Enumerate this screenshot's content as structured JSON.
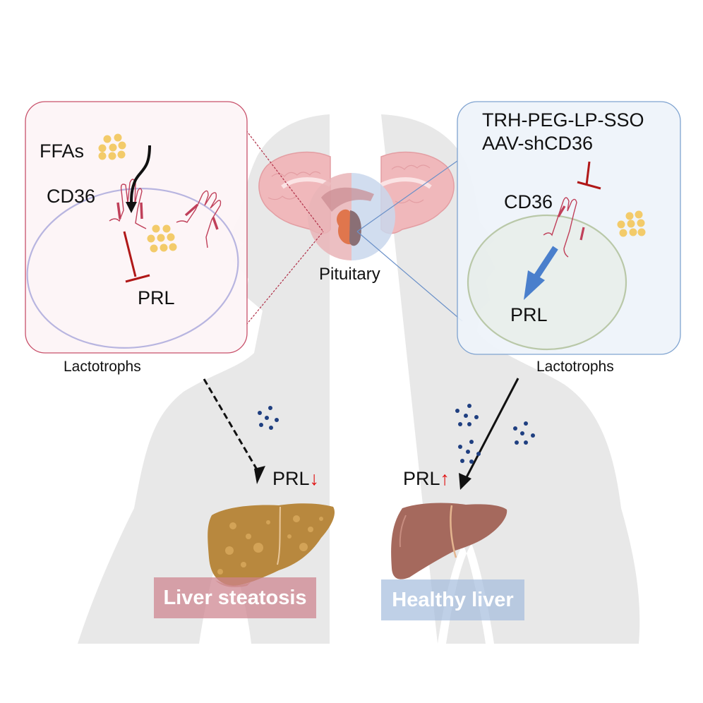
{
  "figure": {
    "left_panel": {
      "state": "disease",
      "ffa_label": "FFAs",
      "receptor_label": "CD36",
      "hormone_label": "PRL",
      "cell_type_label": "Lactotrophs",
      "systemic_label": "PRL",
      "systemic_arrow": "↓",
      "outcome_label": "Liver steatosis"
    },
    "center": {
      "organ_label": "Pituitary"
    },
    "right_panel": {
      "state": "treated",
      "treatment_line1": "TRH-PEG-LP-SSO",
      "treatment_line2": "AAV-shCD36",
      "receptor_label": "CD36",
      "hormone_label": "PRL",
      "cell_type_label": "Lactotrophs",
      "systemic_label": "PRL",
      "systemic_arrow": "↑",
      "outcome_label": "Healthy liver"
    },
    "colors": {
      "body_silhouette": "#e8e8e8",
      "left_box_border": "#c8506a",
      "left_box_fill": "#fdf4f6",
      "right_box_border": "#7fa3d0",
      "right_box_fill": "#eef3fa",
      "inhibit_red": "#b01818",
      "ffa_yellow": "#f3cb6a",
      "prl_dots": "#1f3f80",
      "fatty_liver": "#b8883e",
      "healthy_liver": "#a5695d",
      "steatosis_tag": "#d79aa3",
      "healthy_tag": "#b7c7de",
      "up_down_arrow": "#e01010"
    }
  }
}
